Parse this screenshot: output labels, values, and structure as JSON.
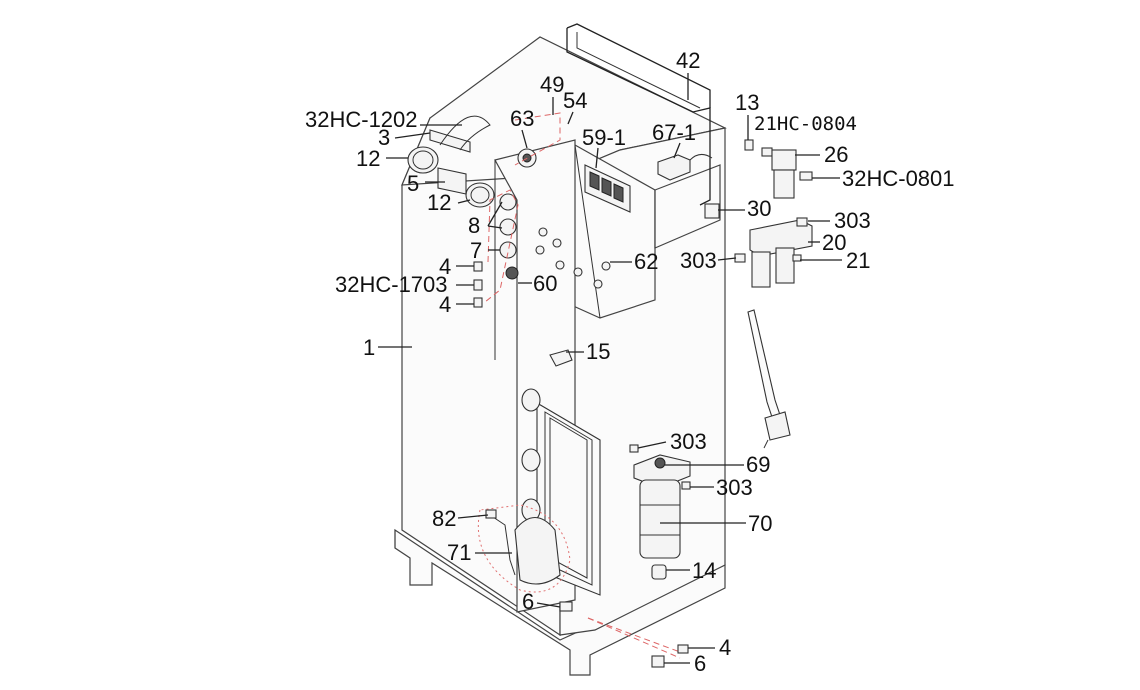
{
  "labels": {
    "l42": "42",
    "l49": "49",
    "l54": "54",
    "l13": "13",
    "l21hc0804": "21HC-0804",
    "l32hc1202": "32HC-1202",
    "l63": "63",
    "l591": "59-1",
    "l671": "67-1",
    "l3": "3",
    "l12a": "12",
    "l26": "26",
    "l32hc0801": "32HC-0801",
    "l5": "5",
    "l12b": "12",
    "l30": "30",
    "l303a": "303",
    "l8": "8",
    "l20": "20",
    "l7": "7",
    "l303b": "303",
    "l62": "62",
    "l21": "21",
    "l4a": "4",
    "l32hc1703": "32HC-1703",
    "l60": "60",
    "l4b": "4",
    "l1": "1",
    "l15": "15",
    "l303c": "303",
    "l69": "69",
    "l303d": "303",
    "l82": "82",
    "l70": "70",
    "l71": "71",
    "l14": "14",
    "l6a": "6",
    "l4c": "4",
    "l6b": "6"
  }
}
